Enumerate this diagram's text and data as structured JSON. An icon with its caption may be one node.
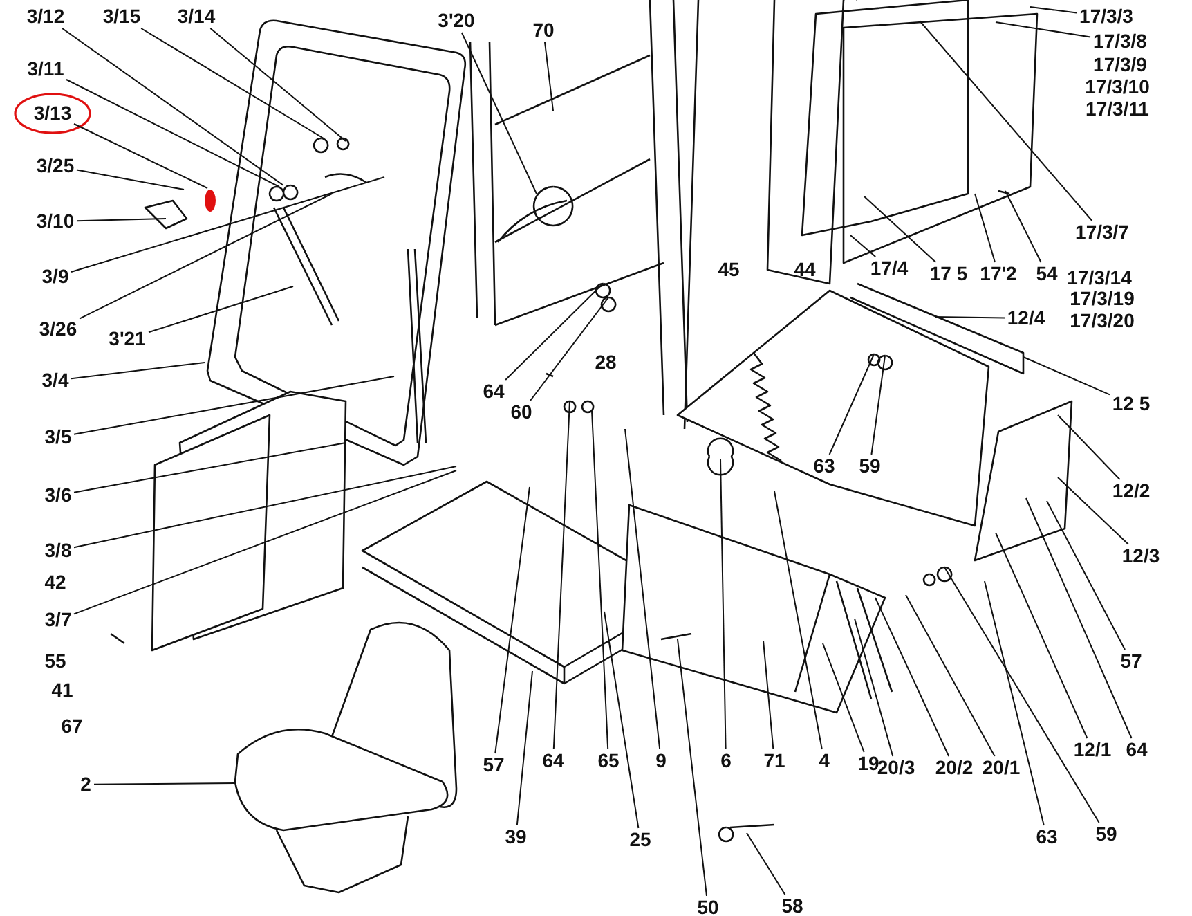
{
  "diagram": {
    "nodes": [
      {
        "text": [
          "3/12"
        ]
      },
      {
        "text": [
          "3/15"
        ]
      },
      {
        "text": [
          "3/14"
        ]
      },
      {
        "text": [
          "3/11"
        ]
      },
      {
        "text": [
          "3/13"
        ]
      },
      {
        "text": [
          "3/25"
        ]
      },
      {
        "text": [
          "3/10"
        ]
      },
      {
        "text": [
          "3/9"
        ]
      },
      {
        "text": [
          "3/26"
        ]
      },
      {
        "text": [
          "3'21"
        ]
      },
      {
        "text": [
          "3/4"
        ]
      },
      {
        "text": [
          "3/5"
        ]
      },
      {
        "text": [
          "3/6"
        ]
      },
      {
        "text": [
          "3/8"
        ]
      },
      {
        "text": [
          "3/7"
        ]
      },
      {
        "text": [
          "2"
        ]
      },
      {
        "text": [
          "3'20"
        ]
      },
      {
        "text": [
          "70"
        ]
      },
      {
        "text": [
          "17/3/3"
        ]
      },
      {
        "text": [
          "17/3/8"
        ]
      },
      {
        "text": [
          "17/3/7"
        ]
      },
      {
        "text": [
          "17/4"
        ]
      },
      {
        "text": [
          "17 5"
        ]
      },
      {
        "text": [
          "17'2"
        ]
      },
      {
        "text": [
          "54"
        ]
      },
      {
        "text": [
          "12/4"
        ]
      },
      {
        "text": [
          "12 5"
        ]
      },
      {
        "text": [
          "12/2"
        ]
      },
      {
        "text": [
          "12/3"
        ]
      },
      {
        "text": [
          "57"
        ]
      },
      {
        "text": [
          "12/1"
        ]
      },
      {
        "text": [
          "64"
        ]
      },
      {
        "text": [
          "20/1"
        ]
      },
      {
        "text": [
          "20/2"
        ]
      },
      {
        "text": [
          "20/3"
        ]
      },
      {
        "text": [
          "19"
        ]
      },
      {
        "text": [
          "4"
        ]
      },
      {
        "text": [
          "71"
        ]
      },
      {
        "text": [
          "6"
        ]
      },
      {
        "text": [
          "9"
        ]
      },
      {
        "text": [
          "65"
        ]
      },
      {
        "text": [
          "25"
        ]
      },
      {
        "text": [
          "50"
        ]
      },
      {
        "text": [
          "58"
        ]
      },
      {
        "text": [
          "64"
        ]
      },
      {
        "text": [
          "39"
        ]
      },
      {
        "text": [
          "57"
        ]
      },
      {
        "text": [
          "63"
        ]
      },
      {
        "text": [
          "59"
        ]
      },
      {
        "text": [
          "63"
        ]
      },
      {
        "text": [
          "59"
        ]
      },
      {
        "text": [
          "64"
        ]
      },
      {
        "text": [
          "60"
        ]
      }
    ],
    "edges": [
      {
        "from": 0,
        "to": null,
        "arrow": "none"
      },
      {
        "from": 1,
        "to": null,
        "arrow": "none"
      },
      {
        "from": 2,
        "to": null,
        "arrow": "none"
      },
      {
        "from": 3,
        "to": null,
        "arrow": "none"
      },
      {
        "from": 4,
        "to": null,
        "arrow": "none"
      },
      {
        "from": 5,
        "to": null,
        "arrow": "none"
      },
      {
        "from": 6,
        "to": null,
        "arrow": "none"
      },
      {
        "from": 7,
        "to": null,
        "arrow": "none"
      },
      {
        "from": 8,
        "to": null,
        "arrow": "none"
      },
      {
        "from": 9,
        "to": null,
        "arrow": "none"
      },
      {
        "from": 10,
        "to": null,
        "arrow": "none"
      },
      {
        "from": 11,
        "to": null,
        "arrow": "none"
      },
      {
        "from": 12,
        "to": null,
        "arrow": "none"
      },
      {
        "from": 13,
        "to": null,
        "arrow": "none"
      },
      {
        "from": 14,
        "to": null,
        "arrow": "none"
      },
      {
        "from": 15,
        "to": null,
        "arrow": "none"
      },
      {
        "from": 16,
        "to": null,
        "arrow": "none"
      },
      {
        "from": 17,
        "to": null,
        "arrow": "none"
      },
      {
        "from": 18,
        "to": null,
        "arrow": "none"
      },
      {
        "from": 19,
        "to": null,
        "arrow": "none"
      },
      {
        "from": 20,
        "to": null,
        "arrow": "none"
      },
      {
        "from": 21,
        "to": null,
        "arrow": "none"
      },
      {
        "from": 22,
        "to": null,
        "arrow": "none"
      },
      {
        "from": 23,
        "to": null,
        "arrow": "none"
      },
      {
        "from": 24,
        "to": null,
        "arrow": "none"
      },
      {
        "from": 25,
        "to": null,
        "arrow": "none"
      },
      {
        "from": 26,
        "to": null,
        "arrow": "none"
      },
      {
        "from": 27,
        "to": null,
        "arrow": "none"
      },
      {
        "from": 28,
        "to": null,
        "arrow": "none"
      },
      {
        "from": 29,
        "to": null,
        "arrow": "none"
      },
      {
        "from": 30,
        "to": null,
        "arrow": "none"
      },
      {
        "from": 31,
        "to": null,
        "arrow": "none"
      },
      {
        "from": 32,
        "to": null,
        "arrow": "none"
      },
      {
        "from": 33,
        "to": null,
        "arrow": "none"
      },
      {
        "from": 34,
        "to": null,
        "arrow": "none"
      },
      {
        "from": 35,
        "to": null,
        "arrow": "none"
      },
      {
        "from": 36,
        "to": null,
        "arrow": "none"
      },
      {
        "from": 37,
        "to": null,
        "arrow": "none"
      },
      {
        "from": 38,
        "to": null,
        "arrow": "none"
      },
      {
        "from": 39,
        "to": null,
        "arrow": "none"
      },
      {
        "from": 40,
        "to": null,
        "arrow": "none"
      },
      {
        "from": 41,
        "to": null,
        "arrow": "none"
      },
      {
        "from": 42,
        "to": null,
        "arrow": "none"
      },
      {
        "from": 43,
        "to": null,
        "arrow": "none"
      },
      {
        "from": 44,
        "to": null,
        "arrow": "none"
      },
      {
        "from": 45,
        "to": null,
        "arrow": "none"
      },
      {
        "from": 46,
        "to": null,
        "arrow": "none"
      },
      {
        "from": 47,
        "to": null,
        "arrow": "none"
      },
      {
        "from": 48,
        "to": null,
        "arrow": "none"
      },
      {
        "from": 49,
        "to": null,
        "arrow": "none"
      },
      {
        "from": 50,
        "to": null,
        "arrow": "none"
      },
      {
        "from": 51,
        "to": null,
        "arrow": "none"
      },
      {
        "from": 52,
        "to": null,
        "arrow": "none"
      }
    ],
    "labels": [
      "17/3/9",
      "17/3/10",
      "17/3/11",
      "45",
      "44",
      "17/3/14",
      "17/3/19",
      "17/3/20",
      "28",
      "42",
      "55",
      "41",
      "67"
    ]
  }
}
